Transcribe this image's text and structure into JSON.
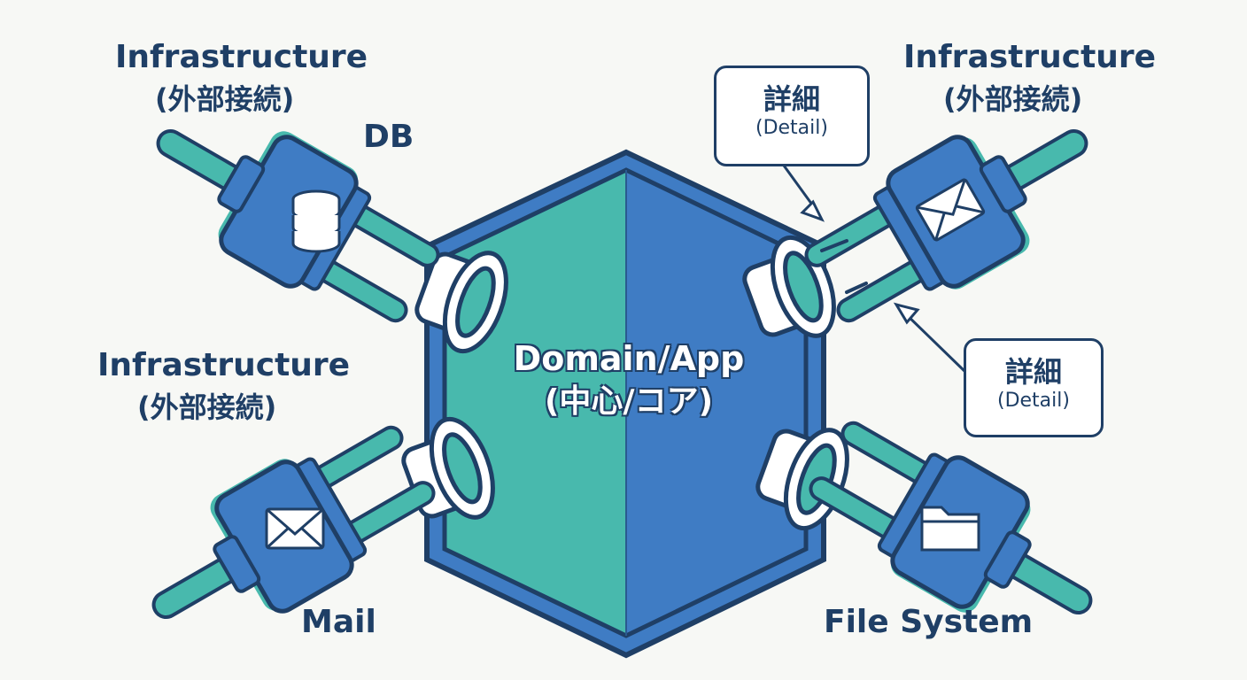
{
  "core": {
    "line1": "Domain/App",
    "line2": "(中心/コア)"
  },
  "labels": {
    "top_left_title": "Infrastructure",
    "top_left_sub": "(外部接続)",
    "top_right_title": "Infrastructure",
    "top_right_sub": "(外部接続)",
    "mid_left_title": "Infrastructure",
    "mid_left_sub": "(外部接続)",
    "db": "DB",
    "mail": "Mail",
    "file_system": "File System"
  },
  "callouts": [
    {
      "kanji": "詳細",
      "en": "(Detail)"
    },
    {
      "kanji": "詳細",
      "en": "(Detail)"
    }
  ],
  "icons": [
    "database-icon",
    "mail-icon",
    "mail-icon",
    "folder-icon"
  ],
  "colors": {
    "navy": "#1f3f66",
    "blue": "#3f7cc4",
    "teal": "#48b9ad",
    "background": "#f7f8f5"
  }
}
